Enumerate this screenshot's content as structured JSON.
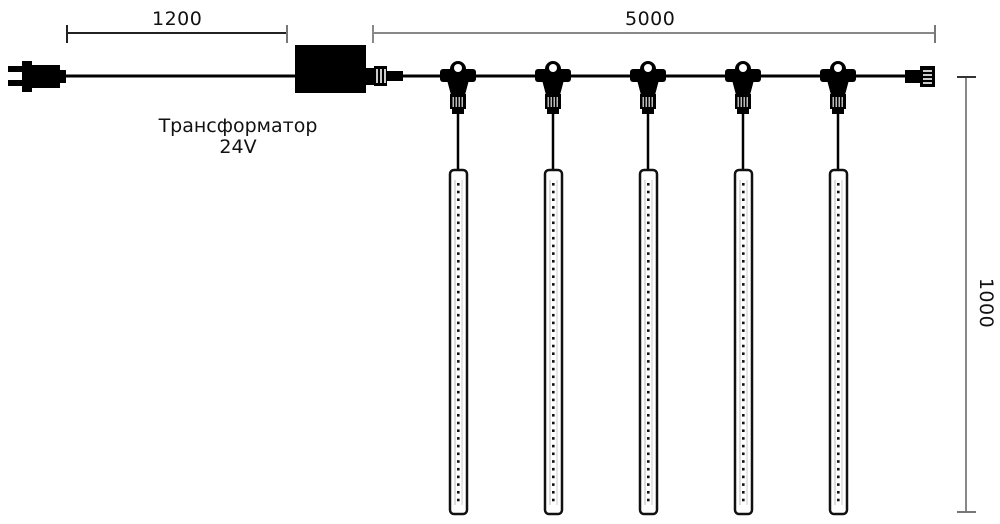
{
  "diagram": {
    "type": "wiring-schematic",
    "subject": "LED meteor tube string with 24V transformer",
    "colors": {
      "component_fill": "#000000",
      "dimension_line": "#777777",
      "dimension_line_dark": "#222222",
      "tube_outline": "#111111",
      "led_dot": "#111111",
      "background": "#ffffff"
    },
    "dimensions": {
      "lead_cable": {
        "label": "1200",
        "unit": "mm",
        "orientation": "horizontal"
      },
      "string_length": {
        "label": "5000",
        "unit": "mm",
        "orientation": "horizontal"
      },
      "tube_length": {
        "label": "1000",
        "unit": "mm",
        "orientation": "vertical"
      }
    },
    "transformer": {
      "label_line1": "Трансформатор",
      "label_line2": "24V"
    },
    "components": [
      {
        "name": "power-plug",
        "icon": "plug-icon"
      },
      {
        "name": "transformer-box",
        "icon": "transformer-icon"
      },
      {
        "name": "output-connector",
        "icon": "connector-icon"
      },
      {
        "name": "t-connector",
        "count": 5,
        "icon": "t-connector-icon"
      },
      {
        "name": "led-tube",
        "count": 5,
        "icon": "led-tube-icon"
      },
      {
        "name": "end-cap-connector",
        "icon": "end-connector-icon"
      }
    ],
    "tube_count": 5
  }
}
